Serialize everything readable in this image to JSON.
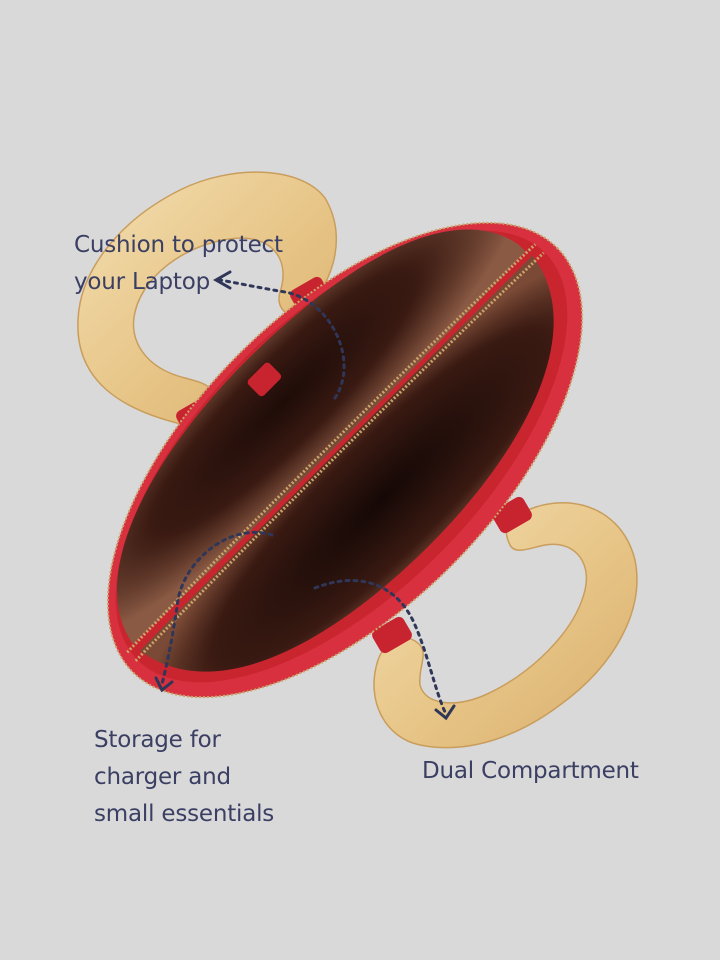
{
  "colors": {
    "background": "#d9d9d9",
    "label_text": "#3a3f63",
    "bag_red": "#d8303e",
    "lining_brown": "#5a2f22",
    "handle_wood": "#e9c98d"
  },
  "annotations": {
    "cushion": {
      "lines": [
        "Cushion to protect",
        "your Laptop"
      ]
    },
    "storage": {
      "lines": [
        "Storage for",
        "charger and",
        "small essentials"
      ]
    },
    "dual": {
      "lines": [
        "Dual Compartment"
      ]
    }
  }
}
